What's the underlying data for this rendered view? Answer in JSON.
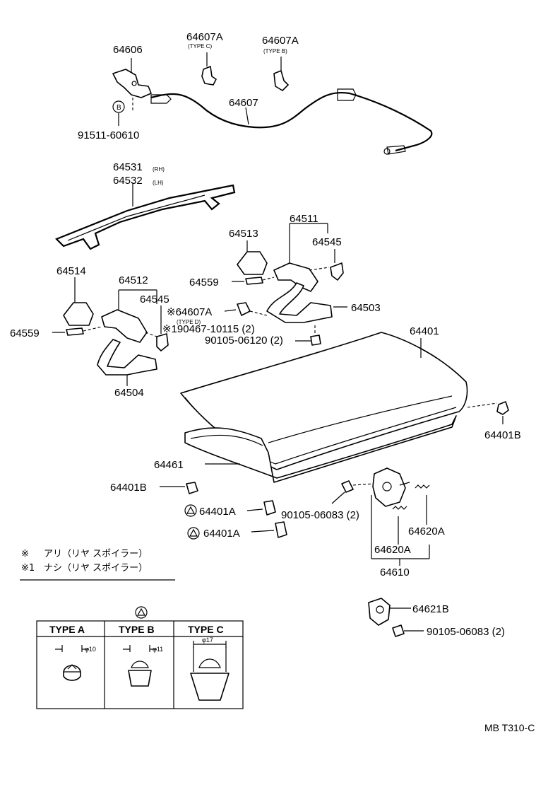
{
  "labels": {
    "p64606": "64606",
    "p64607A_c": "64607A",
    "type_c_note": "(TYPE C)",
    "p64607A_b": "64607A",
    "type_b_note": "(TYPE B)",
    "p64607": "64607",
    "p91511": "91511-60610",
    "bolt_mark": "B",
    "p64531": "64531",
    "rh": "(RH)",
    "p64532": "64532",
    "lh": "(LH)",
    "p64511": "64511",
    "p64513": "64513",
    "p64545_r": "64545",
    "p64559_r": "64559",
    "p64514": "64514",
    "p64512": "64512",
    "p64545_l": "64545",
    "p64559_l": "64559",
    "p64607A_d": "※64607A",
    "type_d_note": "(TYPE D)",
    "p190467": "※190467-10115 (2)",
    "p90105_06120": "90105-06120 (2)",
    "p64503": "64503",
    "p64504": "64504",
    "p64401": "64401",
    "p64401B_r": "64401B",
    "p64461": "64461",
    "p64401B_l": "64401B",
    "p64401A_1": "64401A",
    "p64401A_2": "64401A",
    "p90105_06083_a": "90105-06083 (2)",
    "p64620A_r": "64620A",
    "p64620A_l": "64620A",
    "p64610": "64610",
    "p64621B": "64621B",
    "p90105_06083_b": "90105-06083 (2)",
    "diagram_code": "MB T310-C"
  },
  "legend": {
    "mark_1": "※",
    "text_1": "アリ（リヤ スポイラー）",
    "mark_2": "※1",
    "text_2": "ナシ（リヤ スポイラー）"
  },
  "types_table": {
    "headers": [
      "TYPE A",
      "TYPE B",
      "TYPE C"
    ],
    "dimensions": [
      "φ10",
      "φ11",
      "φ17"
    ]
  }
}
